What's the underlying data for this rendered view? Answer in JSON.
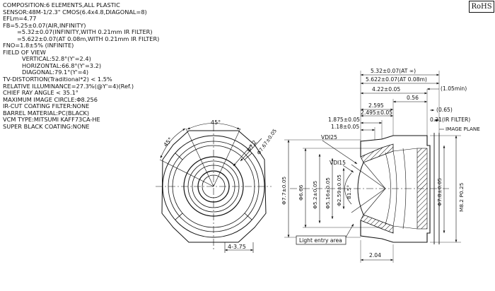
{
  "rohs_badge": "RoHS",
  "specs": [
    {
      "text": "COMPOSITION:6 ELEMENTS,ALL PLASTIC",
      "indent": 0
    },
    {
      "text": "SENSOR:48M-1/2.3\" CMOS(6.4x4.8,DIAGONAL=8)",
      "indent": 0
    },
    {
      "text": "EFLm=4.77",
      "indent": 0
    },
    {
      "text": "FB=5.25±0.07(AIR,INFINITY)",
      "indent": 0
    },
    {
      "text": "=5.32±0.07(INFINITY,WITH 0.21mm IR FILTER)",
      "indent": 2
    },
    {
      "text": "=5.622±0.07(AT 0.08m,WITH 0.21mm IR FILTER)",
      "indent": 2
    },
    {
      "text": "FNO=1.8±5% (INFINITE)",
      "indent": 0
    },
    {
      "text": "FIELD OF VIEW",
      "indent": 0
    },
    {
      "text": "VERTICAL:52.8°(Y'=2.4)",
      "indent": 1
    },
    {
      "text": "HORIZONTAL:66.8°(Y'=3.2)",
      "indent": 1
    },
    {
      "text": "DIAGONAL:79.1°(Y'=4)",
      "indent": 1
    },
    {
      "text": "TV-DISTORTION(Traditional*2) < 1.5%",
      "indent": 0
    },
    {
      "text": "RELATIVE ILLUMINANCE=27.3%(@Y'=4)(Ref.)",
      "indent": 0
    },
    {
      "text": "CHIEF RAY ANGLE < 35.1°",
      "indent": 0
    },
    {
      "text": "MAXIMUM IMAGE CIRCLE:Φ8.256",
      "indent": 0
    },
    {
      "text": "IR-CUT COATING FILTER:NONE",
      "indent": 0
    },
    {
      "text": "BARREL MATERIAL:PC(BLACK)",
      "indent": 0
    },
    {
      "text": "VCM TYPE:MITSUMI KAFF73CA-HE",
      "indent": 0
    },
    {
      "text": "SUPER BLACK COATING:NONE",
      "indent": 0
    }
  ],
  "front_view": {
    "angle_45_top": "45°",
    "angle_45_left": "45°",
    "dia_small": "Φ7.2",
    "dia_outer": "Φ7.67±0.05",
    "slots": "4-3.75"
  },
  "side_view": {
    "top_dims": [
      "5.32±0.07(AT ∞)",
      "5.622±0.07(AT 0.08m)",
      "4.22±0.05",
      "0.56",
      "2.595",
      "2.495±0.05",
      "1.875±0.05",
      "1.18±0.05"
    ],
    "right_notes": [
      "(1.05min)",
      "(0.65)",
      "0.21(IR FILTER)",
      "IMAGE PLANE"
    ],
    "vdi_labels": [
      "VDI25",
      "VDI15"
    ],
    "vertical_dims": [
      "Φ7.7±0.05",
      "Φ6.66",
      "Φ5.2±0.05",
      "Φ5.16±0.05",
      "Φ2.59±0.05",
      "81.5°",
      "Φ7.8±0.05",
      "M8.2 P0.25"
    ],
    "light_entry": "Light entry area",
    "bottom_dim": "2.04"
  }
}
